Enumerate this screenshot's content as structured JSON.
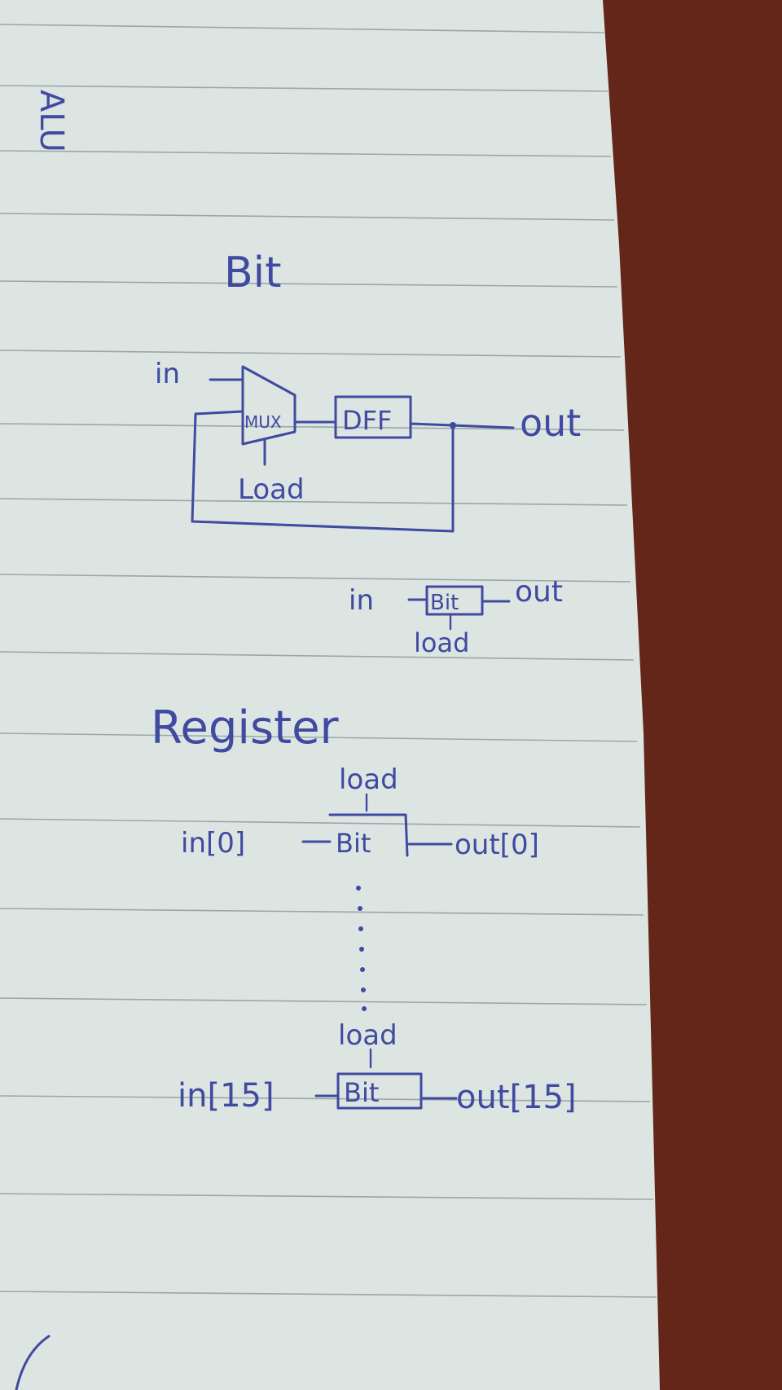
{
  "margin_note": "ALU",
  "bit_section": {
    "title": "Bit",
    "input_label": "in",
    "mux_label": "MUX",
    "dff_label": "DFF",
    "output_label": "out",
    "select_label": "Load"
  },
  "bit_symbol": {
    "input_label": "in",
    "box_label": "Bit",
    "output_label": "out",
    "load_label": "load"
  },
  "register_section": {
    "title": "Register",
    "rows": [
      {
        "load_label": "load",
        "input_label": "in[0]",
        "box_label": "Bit",
        "output_label": "out[0]"
      },
      {
        "load_label": "load",
        "input_label": "in[15]",
        "box_label": "Bit",
        "output_label": "out[15]"
      }
    ]
  },
  "colors": {
    "ink": "#3f4aa0",
    "paper": "#dde5e3",
    "rule_line": "#9aa6a8",
    "desk": "#5a2216"
  }
}
